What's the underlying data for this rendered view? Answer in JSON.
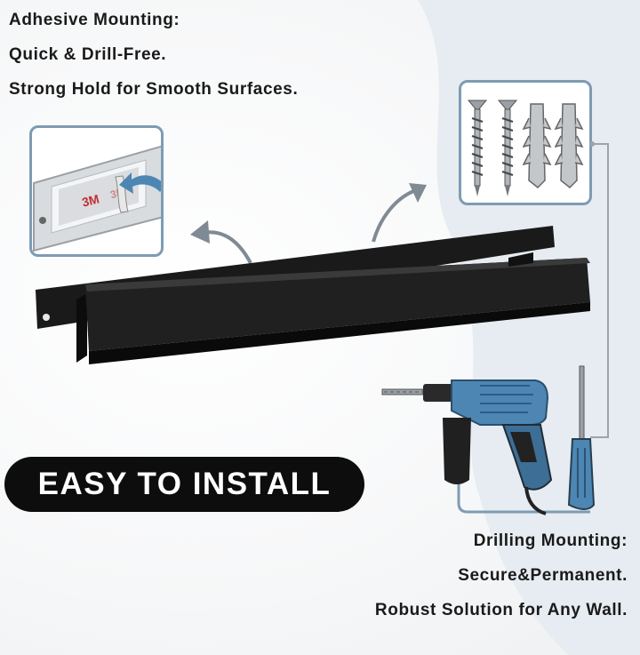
{
  "adhesive": {
    "heading": "Adhesive Mounting:",
    "line1": "Quick & Drill-Free.",
    "line2": "Strong Hold for Smooth Surfaces."
  },
  "badge": {
    "label": "EASY TO INSTALL"
  },
  "drilling": {
    "heading": "Drilling Mounting:",
    "line1": "Secure&Permanent.",
    "line2": "Robust Solution for Any Wall."
  },
  "tape_brand": "3M",
  "colors": {
    "frame_border": "#7e9bb3",
    "drill_blue": "#4d86b2",
    "bar_black": "#111111",
    "arrow_gray": "#7f8a94"
  },
  "icons": [
    "adhesive-tape-icon",
    "screw-icon",
    "wall-anchor-icon",
    "power-drill-icon",
    "screwdriver-icon",
    "curved-arrow-icon"
  ]
}
